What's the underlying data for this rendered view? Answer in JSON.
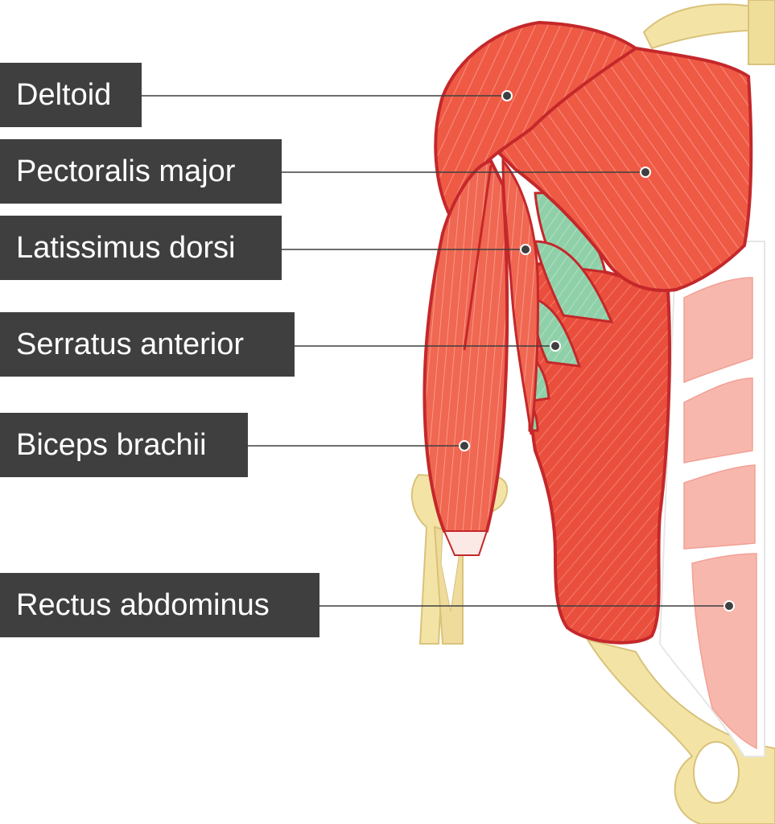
{
  "labels": {
    "deltoid": "Deltoid",
    "pectoralis_major": "Pectoralis major",
    "latissimus_dorsi": "Latissimus dorsi",
    "serratus_anterior": "Serratus anterior",
    "biceps_brachii": "Biceps brachii",
    "rectus_abdominus": "Rectus abdominus"
  },
  "colors": {
    "label_background": "#3f3f3f",
    "label_text": "#ffffff",
    "leader_line": "#3f3f3f",
    "muscle_fill": "#ef5a45",
    "muscle_outline": "#c4282a",
    "serratus_fill": "#8fd0a9",
    "bone_fill": "#f3e4a6",
    "rectus_fill": "#f7b7ad"
  }
}
